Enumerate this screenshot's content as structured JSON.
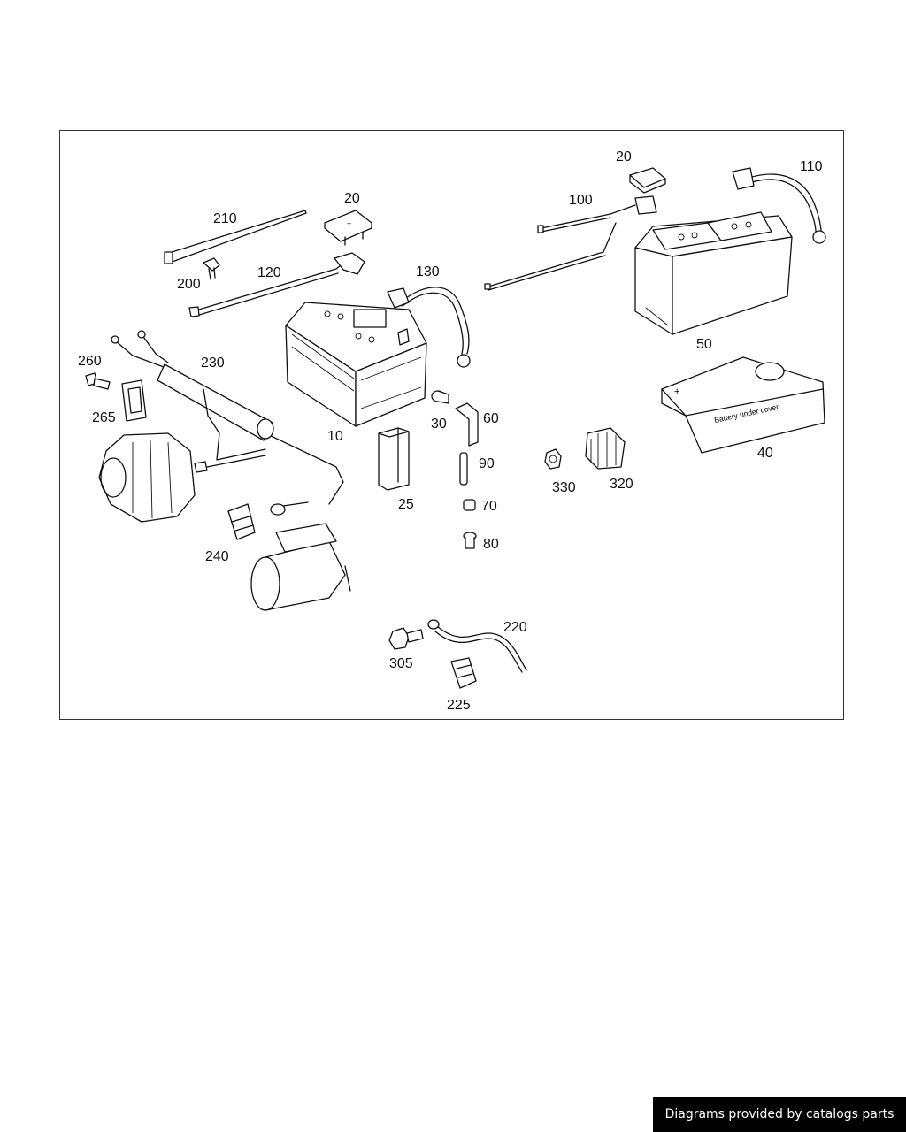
{
  "diagram": {
    "labels": [
      "10",
      "20",
      "20",
      "25",
      "30",
      "40",
      "50",
      "60",
      "70",
      "80",
      "90",
      "100",
      "110",
      "120",
      "130",
      "200",
      "210",
      "220",
      "225",
      "230",
      "240",
      "260",
      "265",
      "305",
      "320",
      "330"
    ]
  },
  "artwork_text": {
    "cover_embossing": "Battery under cover",
    "terminal_mark": "+"
  },
  "footer": {
    "attribution": "Diagrams provided by catalogs parts"
  }
}
